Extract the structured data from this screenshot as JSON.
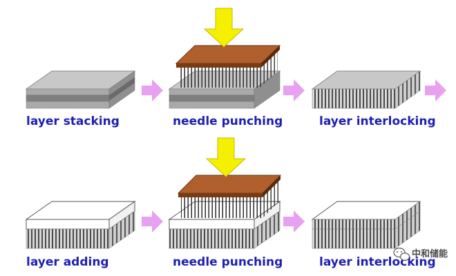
{
  "steps_row1": [
    {
      "label": "layer stacking"
    },
    {
      "label": "needle punching"
    },
    {
      "label": "layer interlocking"
    }
  ],
  "steps_row2": [
    {
      "label": "layer adding"
    },
    {
      "label": "needle punching"
    },
    {
      "label": "layer interlocking"
    }
  ],
  "watermark": {
    "text": "中和储能"
  },
  "colors": {
    "label": "#1f1fb0",
    "arrow": "#e8a0f0",
    "press": "#f5ef00",
    "needle_board": "#a0522d",
    "gray_layer": "#bdbdbd",
    "white_layer": "#ffffff"
  }
}
